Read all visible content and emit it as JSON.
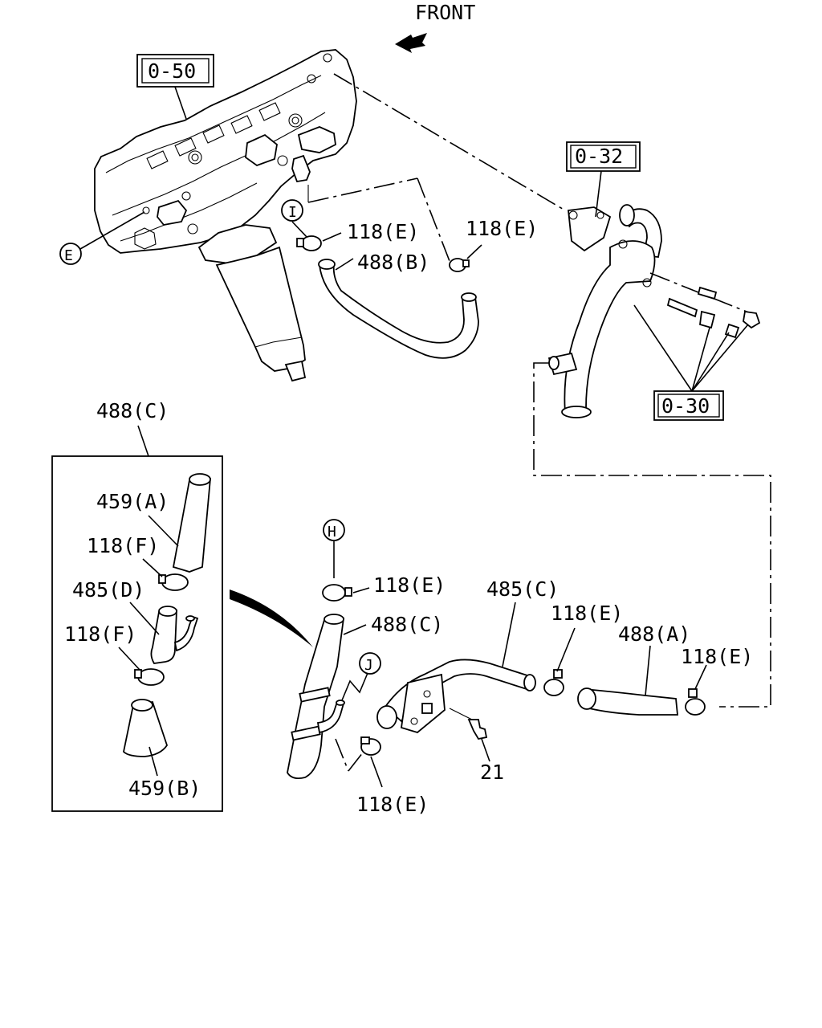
{
  "front_label": "FRONT",
  "refs": {
    "r050": "0-50",
    "r032": "0-32",
    "r030": "0-30"
  },
  "circles": {
    "E": "E",
    "I": "I",
    "H": "H",
    "J": "J"
  },
  "labels": {
    "l118e_top_left": "118(E)",
    "l118e_top_right": "118(E)",
    "l488b": "488(B)",
    "l488c_header": "488(C)",
    "l459a": "459(A)",
    "l118f_upper": "118(F)",
    "l485d": "485(D)",
    "l118f_lower": "118(F)",
    "l459b": "459(B)",
    "l118e_h": "118(E)",
    "l488c_mid": "488(C)",
    "l485c": "485(C)",
    "l118e_mid": "118(E)",
    "l488a": "488(A)",
    "l118e_right": "118(E)",
    "l21": "21",
    "l118e_bottom": "118(E)"
  }
}
